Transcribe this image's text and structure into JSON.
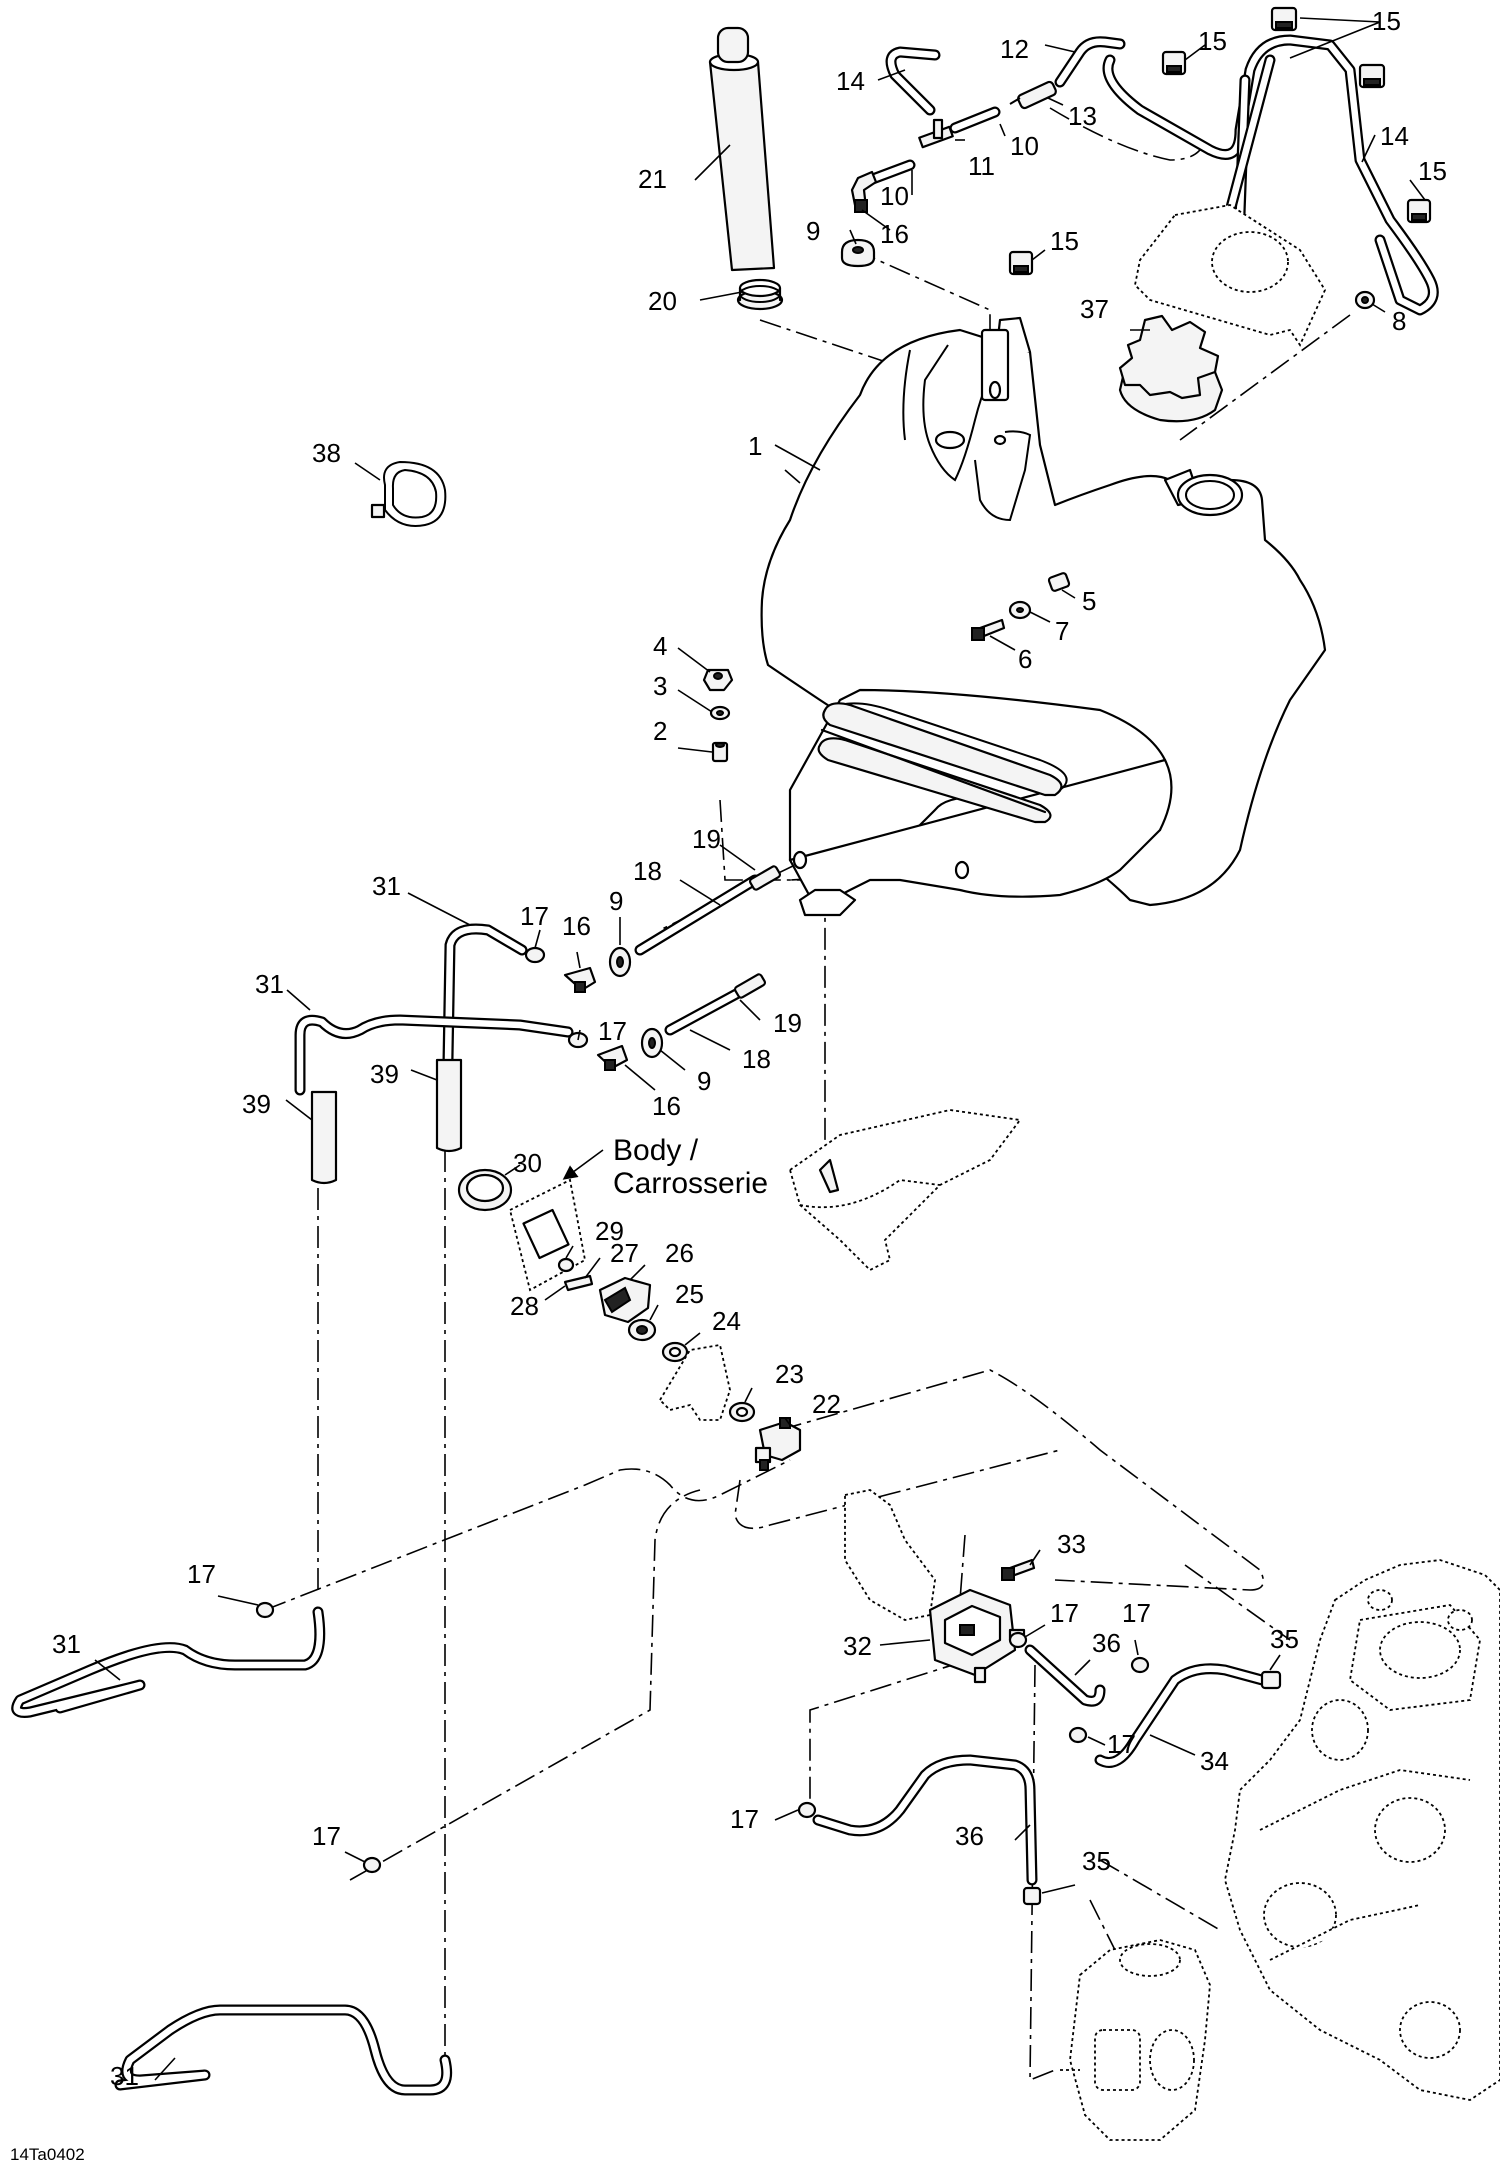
{
  "callouts": {
    "c1": "1",
    "c2": "2",
    "c3": "3",
    "c4": "4",
    "c5": "5",
    "c6": "6",
    "c7": "7",
    "c8": "8",
    "c9a": "9",
    "c9b": "9",
    "c9c": "9",
    "c10a": "10",
    "c10b": "10",
    "c11": "11",
    "c12": "12",
    "c13": "13",
    "c14a": "14",
    "c14b": "14",
    "c15a": "15",
    "c15b": "15",
    "c15c": "15",
    "c15d": "15",
    "c16a": "16",
    "c16b": "16",
    "c16c": "16",
    "c17a": "17",
    "c17b": "17",
    "c17c": "17",
    "c17d": "17",
    "c17e": "17",
    "c17f": "17",
    "c17g": "17",
    "c17h": "17",
    "c18a": "18",
    "c18b": "18",
    "c19a": "19",
    "c19b": "19",
    "c20": "20",
    "c21": "21",
    "c22": "22",
    "c23": "23",
    "c24": "24",
    "c25": "25",
    "c26": "26",
    "c27": "27",
    "c28": "28",
    "c29": "29",
    "c30": "30",
    "c31a": "31",
    "c31b": "31",
    "c31c": "31",
    "c31d": "31",
    "c32": "32",
    "c33": "33",
    "c34": "34",
    "c35a": "35",
    "c35b": "35",
    "c36a": "36",
    "c36b": "36",
    "c37": "37",
    "c38": "38",
    "c39a": "39",
    "c39b": "39"
  },
  "body_note": {
    "line1": "Body /",
    "line2": "Carrosserie"
  },
  "figure_code": "14Ta0402"
}
